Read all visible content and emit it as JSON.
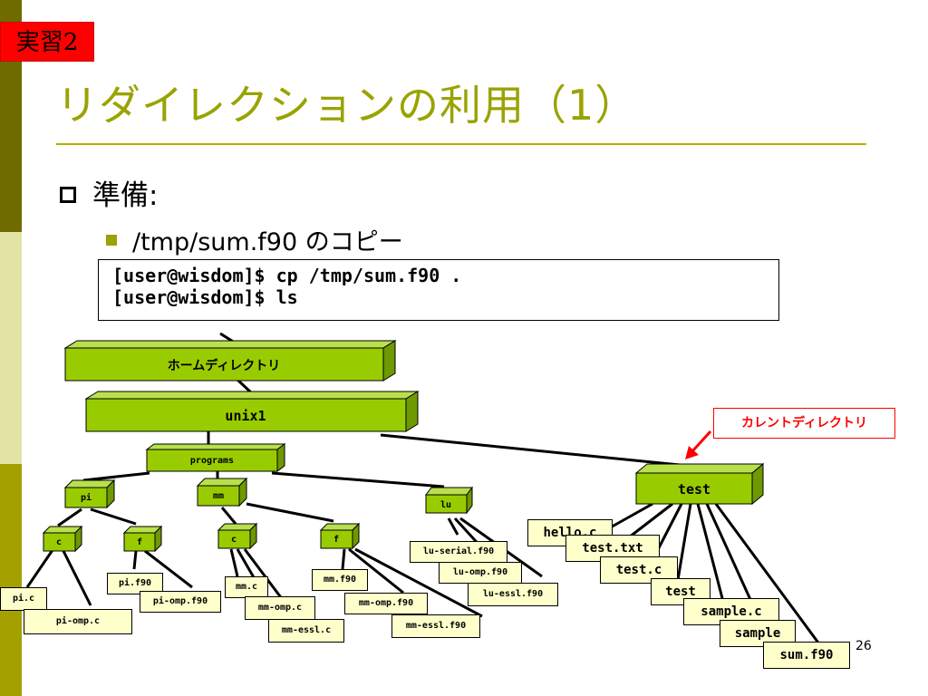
{
  "badge": "実習2",
  "title": "リダイレクションの利用（1）",
  "bullet1": "準備:",
  "bullet2": "/tmp/sum.f90 のコピー",
  "commands": [
    "[user@wisdom]$ cp /tmp/sum.f90 .",
    "[user@wisdom]$ ls"
  ],
  "current_dir_label": "カレントディレクトリ",
  "page_number": "26",
  "colors": {
    "folder_fill": "#99cc00",
    "file_fill": "#ffffcc",
    "accent_red": "#ff0000",
    "title_color": "#99a300"
  },
  "tree": {
    "home": "ホームディレクトリ",
    "unix1": "unix1",
    "programs": "programs",
    "test": "test",
    "pi": "pi",
    "mm": "mm",
    "lu": "lu",
    "pi_c": "c",
    "pi_f": "f",
    "mm_c": "c",
    "mm_f": "f",
    "files": {
      "pi_c_file": "pi.c",
      "pi_omp_c": "pi-omp.c",
      "pi_f90": "pi.f90",
      "pi_omp_f90": "pi-omp.f90",
      "mm_c_file": "mm.c",
      "mm_omp_c": "mm-omp.c",
      "mm_essl_c": "mm-essl.c",
      "mm_f90": "mm.f90",
      "mm_omp_f90": "mm-omp.f90",
      "mm_essl_f90": "mm-essl.f90",
      "lu_serial": "lu-serial.f90",
      "lu_omp": "lu-omp.f90",
      "lu_essl": "lu-essl.f90",
      "hello_c": "hello.c",
      "test_txt": "test.txt",
      "test_c": "test.c",
      "test_exe": "test",
      "sample_c": "sample.c",
      "sample": "sample",
      "sum_f90": "sum.f90"
    }
  }
}
